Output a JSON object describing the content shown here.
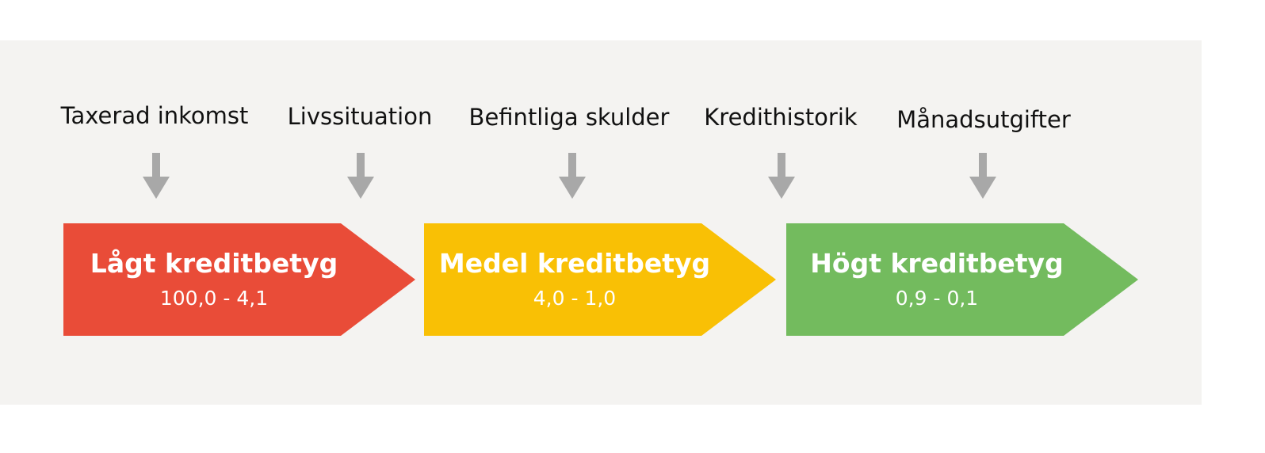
{
  "factors": [
    {
      "label": "Taxerad inkomst"
    },
    {
      "label": "Livssituation"
    },
    {
      "label": "Befintliga skulder"
    },
    {
      "label": "Kredithistorik"
    },
    {
      "label": "Månadsutgifter"
    }
  ],
  "ratings": [
    {
      "title": "Lågt kreditbetyg",
      "range": "100,0 - 4,1",
      "color": "#e94c38"
    },
    {
      "title": "Medel kreditbetyg",
      "range": "4,0 - 1,0",
      "color": "#f9c005"
    },
    {
      "title": "Högt kreditbetyg",
      "range": "0,9 - 0,1",
      "color": "#73bb5e"
    }
  ],
  "colors": {
    "panel": "#f4f3f1",
    "arrow": "#a8a8a8",
    "text": "#111111"
  }
}
